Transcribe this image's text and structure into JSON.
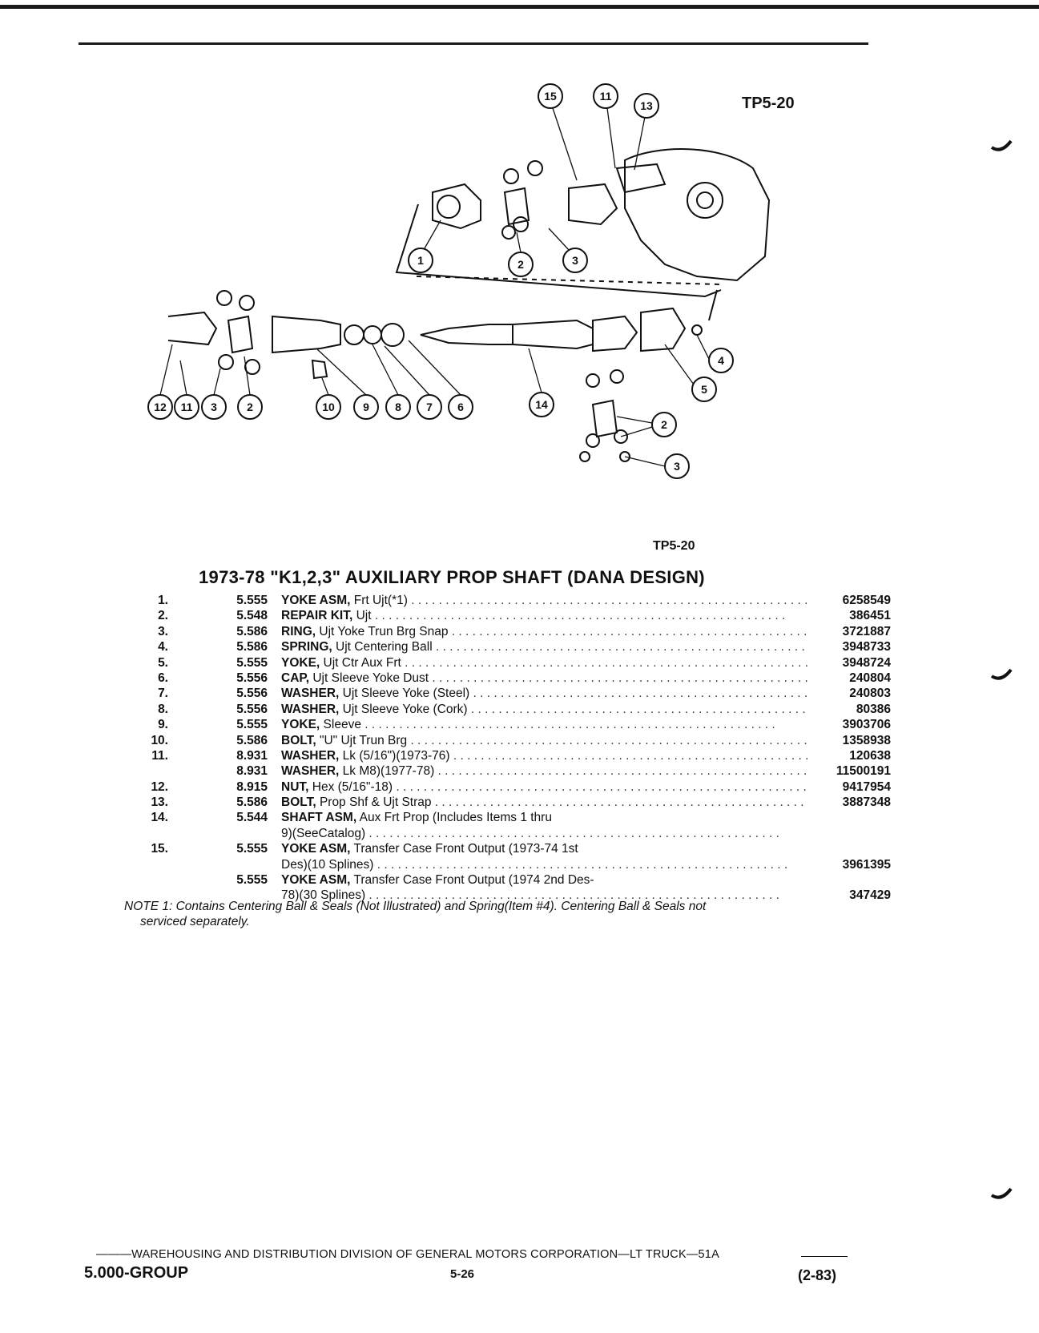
{
  "figure": {
    "code": "TP5-20",
    "callouts_top": [
      "15",
      "11",
      "13",
      "1",
      "2",
      "3"
    ],
    "callouts_left": [
      "12",
      "11",
      "3",
      "2"
    ],
    "callouts_middle": [
      "10",
      "9",
      "8",
      "7",
      "6",
      "14"
    ],
    "callouts_right": [
      "4",
      "5",
      "2",
      "3"
    ]
  },
  "section": {
    "title": "1973-78 \"K1,2,3\" AUXILIARY PROP SHAFT (DANA DESIGN)"
  },
  "parts": [
    {
      "num": "1.",
      "group": "5.555",
      "name": "YOKE ASM,",
      "desc": "Frt Ujt(*1)",
      "part": "6258549"
    },
    {
      "num": "2.",
      "group": "5.548",
      "name": "REPAIR KIT,",
      "desc": "Ujt",
      "part": "386451"
    },
    {
      "num": "3.",
      "group": "5.586",
      "name": "RING,",
      "desc": "Ujt Yoke Trun Brg Snap",
      "part": "3721887"
    },
    {
      "num": "4.",
      "group": "5.586",
      "name": "SPRING,",
      "desc": "Ujt Centering Ball",
      "part": "3948733"
    },
    {
      "num": "5.",
      "group": "5.555",
      "name": "YOKE,",
      "desc": "Ujt Ctr Aux Frt",
      "part": "3948724"
    },
    {
      "num": "6.",
      "group": "5.556",
      "name": "CAP,",
      "desc": "Ujt Sleeve Yoke Dust",
      "part": "240804"
    },
    {
      "num": "7.",
      "group": "5.556",
      "name": "WASHER,",
      "desc": "Ujt Sleeve Yoke (Steel)",
      "part": "240803"
    },
    {
      "num": "8.",
      "group": "5.556",
      "name": "WASHER,",
      "desc": "Ujt Sleeve Yoke (Cork)",
      "part": "80386"
    },
    {
      "num": "9.",
      "group": "5.555",
      "name": "YOKE,",
      "desc": "Sleeve",
      "part": "3903706"
    },
    {
      "num": "10.",
      "group": "5.586",
      "name": "BOLT,",
      "desc": "\"U\" Ujt Trun Brg",
      "part": "1358938"
    },
    {
      "num": "11.",
      "group": "8.931",
      "name": "WASHER,",
      "desc": "Lk (5/16\")(1973-76)",
      "part": "120638"
    },
    {
      "num": "",
      "group": "8.931",
      "name": "WASHER,",
      "desc": "Lk M8)(1977-78)",
      "part": "11500191"
    },
    {
      "num": "12.",
      "group": "8.915",
      "name": "NUT,",
      "desc": "Hex (5/16\"-18)",
      "part": "9417954"
    },
    {
      "num": "13.",
      "group": "5.586",
      "name": "BOLT,",
      "desc": "Prop Shf & Ujt Strap",
      "part": "3887348"
    },
    {
      "num": "14.",
      "group": "5.544",
      "name": "SHAFT ASM,",
      "desc": "Aux Frt Prop (Includes Items 1 thru",
      "part": ""
    },
    {
      "num": "",
      "group": "",
      "name": "",
      "desc": "9)(SeeCatalog)",
      "part": ""
    },
    {
      "num": "15.",
      "group": "5.555",
      "name": "YOKE ASM,",
      "desc": "Transfer Case Front Output (1973-74 1st",
      "part": ""
    },
    {
      "num": "",
      "group": "",
      "name": "",
      "desc": "Des)(10 Splines)",
      "part": "3961395"
    },
    {
      "num": "",
      "group": "5.555",
      "name": "YOKE ASM,",
      "desc": "Transfer Case Front Output (1974 2nd Des-",
      "part": ""
    },
    {
      "num": "",
      "group": "",
      "name": "",
      "desc": "78)(30 Splines)",
      "part": "347429"
    }
  ],
  "note": {
    "line1": "NOTE 1: Contains Centering Ball & Seals (Not Illustrated) and Spring(Item #4). Centering Ball & Seals not",
    "line2": "serviced separately."
  },
  "footer": {
    "division": "———WAREHOUSING AND DISTRIBUTION DIVISION OF GENERAL MOTORS CORPORATION—LT TRUCK—51A",
    "group": "5.000-GROUP",
    "page": "5-26",
    "date": "(2-83)"
  }
}
